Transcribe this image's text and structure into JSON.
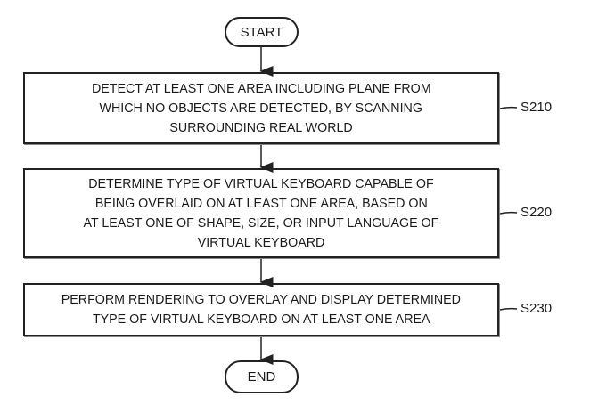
{
  "flowchart": {
    "start": "START",
    "end": "END",
    "steps": [
      {
        "id": "S210",
        "lines": [
          "DETECT AT LEAST ONE AREA INCLUDING PLANE FROM",
          "WHICH NO OBJECTS ARE DETECTED, BY SCANNING",
          "SURROUNDING REAL WORLD"
        ]
      },
      {
        "id": "S220",
        "lines": [
          "DETERMINE TYPE OF VIRTUAL KEYBOARD CAPABLE OF",
          "BEING OVERLAID ON AT LEAST ONE AREA, BASED ON",
          "AT LEAST ONE OF SHAPE, SIZE, OR INPUT LANGUAGE OF",
          "VIRTUAL KEYBOARD"
        ]
      },
      {
        "id": "S230",
        "lines": [
          "PERFORM RENDERING TO OVERLAY AND DISPLAY DETERMINED",
          "TYPE OF VIRTUAL KEYBOARD ON AT LEAST ONE AREA"
        ]
      }
    ]
  }
}
